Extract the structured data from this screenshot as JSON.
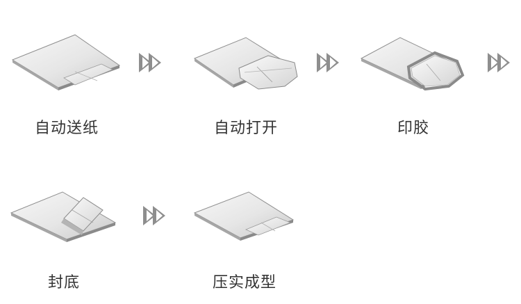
{
  "steps": [
    {
      "id": "feed",
      "label": "自动送纸"
    },
    {
      "id": "open",
      "label": "自动打开"
    },
    {
      "id": "glue",
      "label": "印胶"
    },
    {
      "id": "seal",
      "label": "封底"
    },
    {
      "id": "press",
      "label": "压实成型"
    }
  ],
  "icons": {
    "arrow": "double-chevron-right-icon"
  },
  "colors": {
    "arrow": "#8e8e8e",
    "paper_light": "#f3f3f3",
    "paper_mid": "#d9d9d9",
    "paper_dark": "#9a9a9a",
    "text": "#333333"
  }
}
